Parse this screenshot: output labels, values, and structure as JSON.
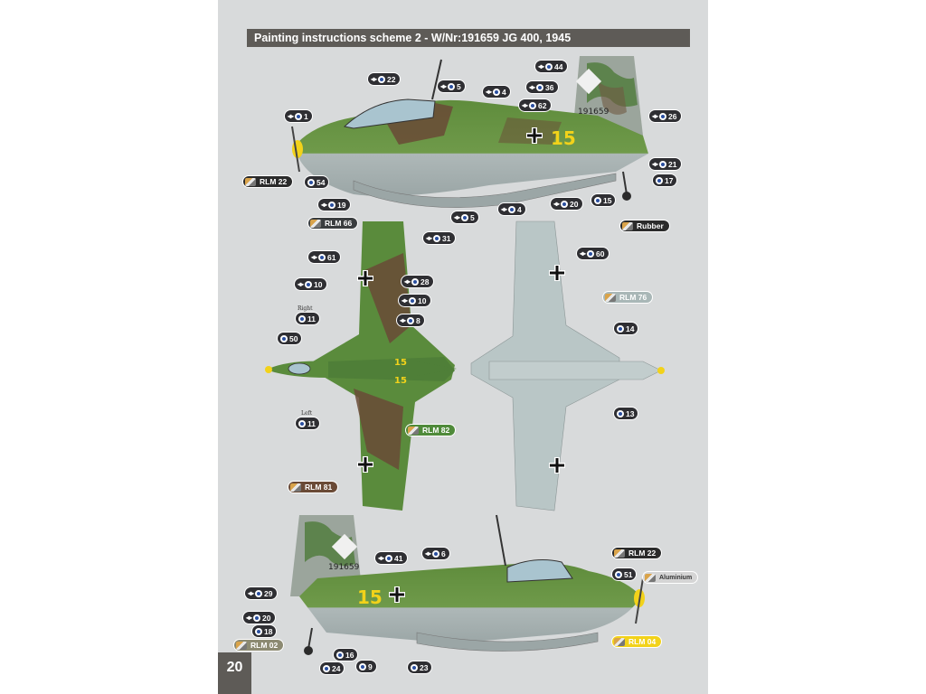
{
  "title": "Painting instructions scheme 2 - W/Nr:191659 JG 400, 1945",
  "page_number": "20",
  "serial_top": "191659",
  "serial_bottom": "191659",
  "code_side": "15",
  "code_top_a": "15",
  "code_top_b": "15",
  "side_labels": {
    "right": "Right",
    "left": "Left"
  },
  "colors": {
    "rlm22": "#2b2b2b",
    "rlm66": "#3a3d3f",
    "rlm82": "#4f8a3a",
    "rlm81": "#6a4a36",
    "rlm76": "#b9c6c6",
    "rlm02": "#8c8a72",
    "rlm04": "#f2d21a",
    "rubber": "#2b2b2b",
    "aluminium": "#d5d5d5"
  },
  "paint_labels": {
    "rlm22_a": "RLM 22",
    "rlm66": "RLM 66",
    "rubber": "Rubber",
    "rlm82": "RLM 82",
    "rlm76": "RLM 76",
    "rlm81": "RLM 81",
    "rlm22_b": "RLM 22",
    "aluminium": "Aluminium",
    "rlm02": "RLM 02",
    "rlm04": "RLM 04"
  },
  "callouts": {
    "c22": "22",
    "c5a": "5",
    "c4a": "4",
    "c44": "44",
    "c36": "36",
    "c62": "62",
    "c1": "1",
    "c26": "26",
    "c21": "21",
    "c17": "17",
    "c54": "54",
    "c19": "19",
    "c5b": "5",
    "c4b": "4",
    "c20a": "20",
    "c15": "15",
    "c31": "31",
    "c61": "61",
    "c28": "28",
    "c10a": "10",
    "c10b": "10",
    "c8": "8",
    "c11a": "11",
    "c50": "50",
    "c11b": "11",
    "c60": "60",
    "c14": "14",
    "c13": "13",
    "c41": "41",
    "c6": "6",
    "c51": "51",
    "c29": "29",
    "c20b": "20",
    "c18": "18",
    "c16": "16",
    "c24": "24",
    "c9": "9",
    "c23": "23"
  }
}
